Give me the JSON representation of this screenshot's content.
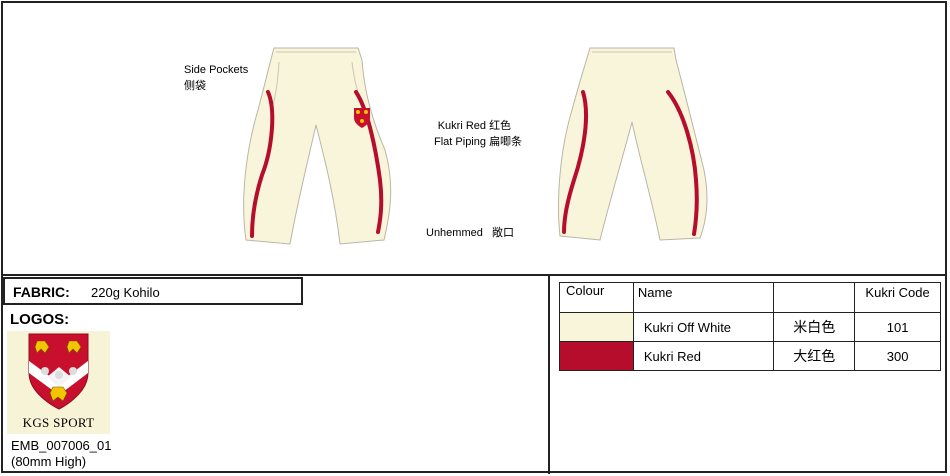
{
  "labels": {
    "side_pockets_en": "Side Pockets",
    "side_pockets_cn": "侧袋",
    "piping_line1_en": "Kukri Red",
    "piping_line1_cn": "红色",
    "piping_line2_en": "Flat Piping",
    "piping_line2_cn": "扁唧条",
    "hem_en": "Unhemmed",
    "hem_cn": "敞口"
  },
  "fabric": {
    "title": "FABRIC:",
    "value": "220g Kohilo"
  },
  "logos": {
    "title": "LOGOS:",
    "logo_text": "KGS SPORT",
    "code": "EMB_007006_01",
    "size": "(80mm High)"
  },
  "colours_table": {
    "headers": [
      "Colour",
      "Name",
      "",
      "Kukri Code"
    ],
    "rows": [
      {
        "swatch": "#f8f5da",
        "name": "Kukri Off White",
        "cn": "米白色",
        "code": "101"
      },
      {
        "swatch": "#b50d2b",
        "name": "Kukri Red",
        "cn": "大红色",
        "code": "300"
      }
    ]
  },
  "colors": {
    "off_white": "#f8f5da",
    "kukri_red": "#b50d2b",
    "crest_red": "#c8102e",
    "crest_gold": "#f2c500"
  }
}
